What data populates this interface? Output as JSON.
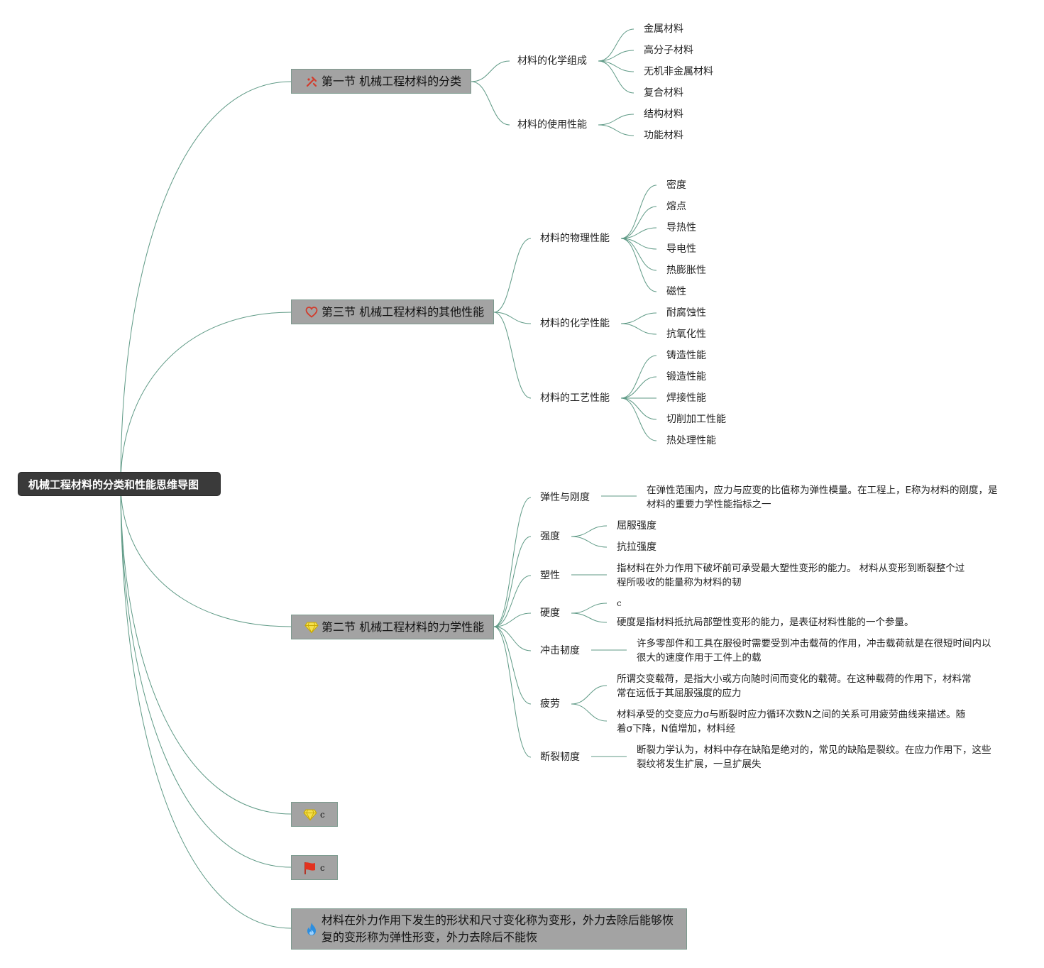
{
  "root": {
    "label": "机械工程材料的分类和性能思维导图"
  },
  "colors": {
    "link": "#5f9a86",
    "root_bg": "#3a3a3a",
    "node_bg": "#a3a3a3"
  },
  "sections": {
    "s1": {
      "icon": "tools-icon",
      "label": "第一节 机械工程材料的分类",
      "groups": {
        "chem": {
          "label": "材料的化学组成",
          "items": [
            "金属材料",
            "高分子材料",
            "无机非金属材料",
            "复合材料"
          ]
        },
        "use": {
          "label": "材料的使用性能",
          "items": [
            "结构材料",
            "功能材料"
          ]
        }
      }
    },
    "s3": {
      "icon": "heart-icon",
      "label": "第三节 机械工程材料的其他性能",
      "groups": {
        "phys": {
          "label": "材料的物理性能",
          "items": [
            "密度",
            "熔点",
            "导热性",
            "导电性",
            "热膨胀性",
            "磁性"
          ]
        },
        "chem": {
          "label": "材料的化学性能",
          "items": [
            "耐腐蚀性",
            "抗氧化性"
          ]
        },
        "proc": {
          "label": "材料的工艺性能",
          "items": [
            "铸造性能",
            "锻造性能",
            "焊接性能",
            "切削加工性能",
            "热处理性能"
          ]
        }
      }
    },
    "s2": {
      "icon": "diamond-icon",
      "label": "第二节 机械工程材料的力学性能",
      "groups": {
        "elastic": {
          "label": "弹性与刚度",
          "items": [
            "在弹性范围内，应力与应变的比值称为弹性模量。在工程上，E称为材料的刚度，是材料的重要力学性能指标之一"
          ]
        },
        "strength": {
          "label": "强度",
          "items": [
            "屈服强度",
            "抗拉强度"
          ]
        },
        "plastic": {
          "label": "塑性",
          "items": [
            "指材料在外力作用下破坏前可承受最大塑性变形的能力。 材料从变形到断裂整个过程所吸收的能量称为材料的韧"
          ]
        },
        "hard": {
          "label": "硬度",
          "items": [
            "c",
            "硬度是指材料抵抗局部塑性变形的能力，是表征材料性能的一个参量。"
          ]
        },
        "impact": {
          "label": "冲击韧度",
          "items": [
            "许多零部件和工具在服役时需要受到冲击载荷的作用，冲击载荷就是在很短时间内以很大的速度作用于工件上的载"
          ]
        },
        "fatigue": {
          "label": "疲劳",
          "items": [
            "所谓交变载荷，是指大小或方向随时间而变化的载荷。在这种载荷的作用下，材料常常在远低于其屈服强度的应力",
            "材料承受的交变应力σ与断裂时应力循环次数N之间的关系可用疲劳曲线来描述。随着σ下降，N值增加，材料经"
          ]
        },
        "fracture": {
          "label": "断裂韧度",
          "items": [
            "断裂力学认为，材料中存在缺陷是绝对的，常见的缺陷是裂纹。在应力作用下，这些裂纹将发生扩展，一旦扩展失"
          ]
        }
      }
    },
    "n4": {
      "icon": "diamond-icon",
      "label": "c"
    },
    "n5": {
      "icon": "flag-icon",
      "label": "c"
    },
    "n6": {
      "icon": "fire-icon",
      "label": "材料在外力作用下发生的形状和尺寸变化称为变形，外力去除后能够恢复的变形称为弹性形变，外力去除后不能恢"
    }
  }
}
